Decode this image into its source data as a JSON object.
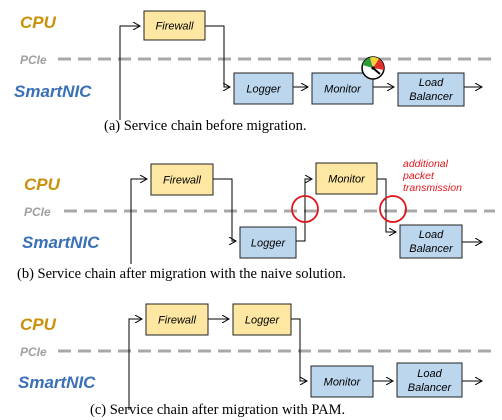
{
  "labels": {
    "cpu": "CPU",
    "pcie": "PCIe",
    "smartnic": "SmartNIC"
  },
  "services": {
    "firewall": "Firewall",
    "logger": "Logger",
    "monitor": "Monitor",
    "load_balancer_line1": "Load",
    "load_balancer_line2": "Balancer"
  },
  "captions": {
    "a": "(a)  Service chain before migration.",
    "b": "(b)  Service chain after migration with the naive solution.",
    "c": "(c)  Service chain after migration with PAM."
  },
  "annotation": {
    "line1": "additional",
    "line2": "packet",
    "line3": "transmission"
  },
  "colors": {
    "cpu_label": "#c9900a",
    "smartnic_label": "#3a70b8",
    "cpu_box": "#fde7a3",
    "nic_box": "#bcd6ee",
    "highlight": "#e0181c",
    "pcie_line": "#a8a8a8"
  },
  "icons": {
    "overload_gauge": "gauge-icon"
  }
}
